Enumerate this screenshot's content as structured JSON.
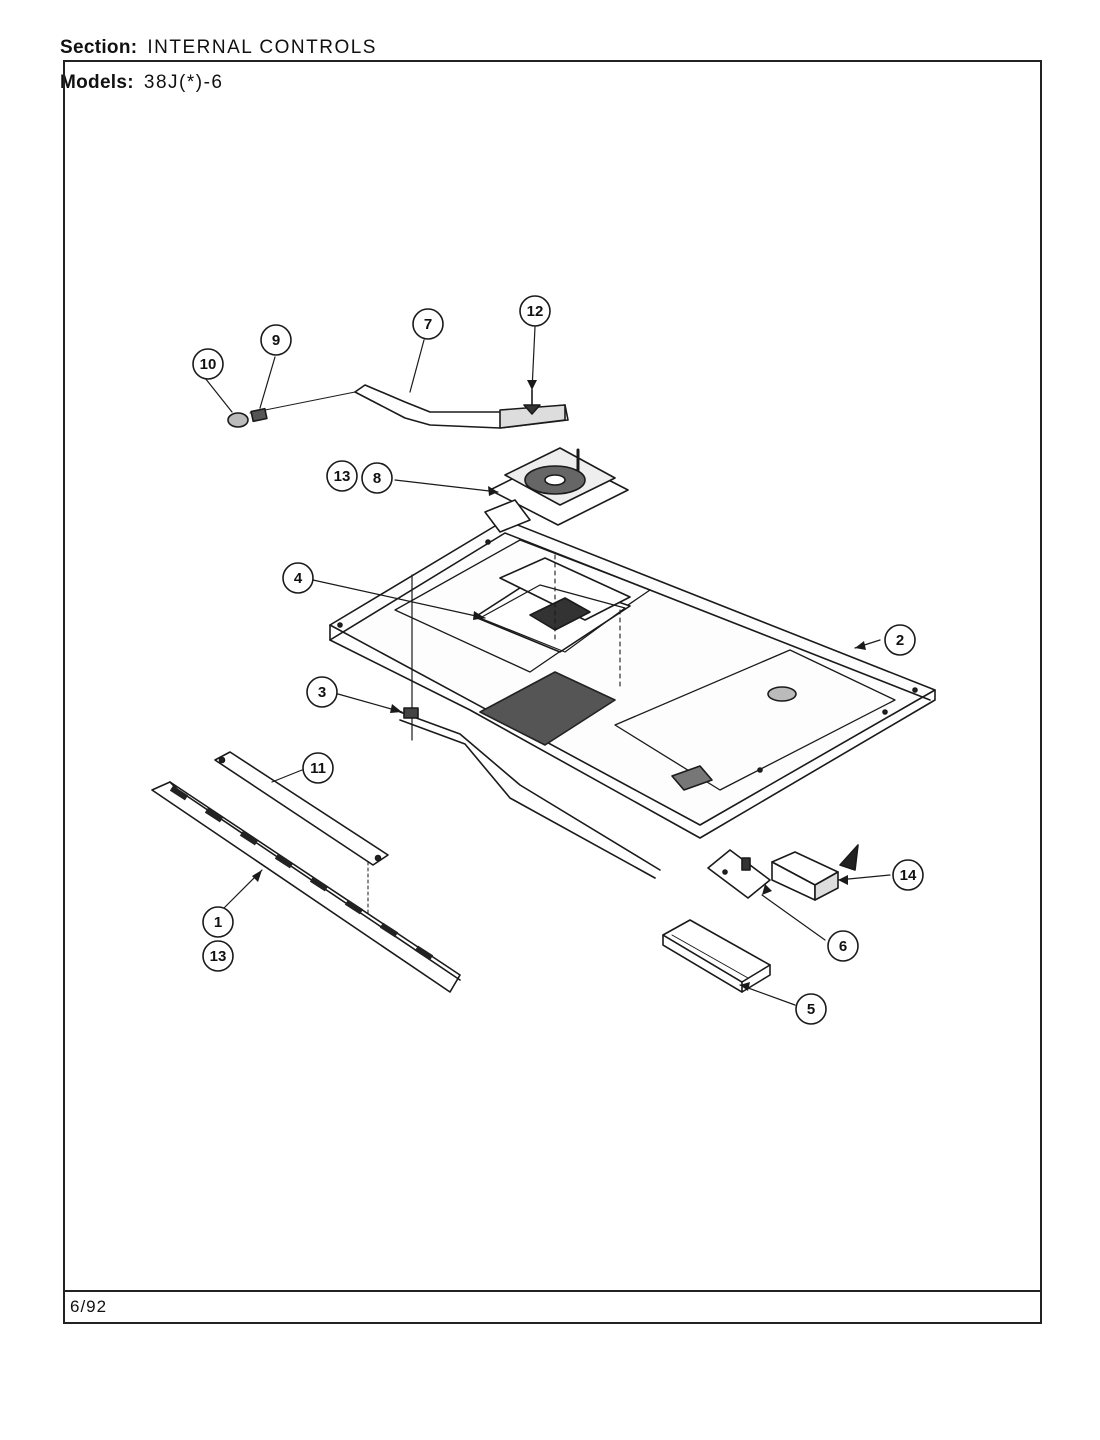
{
  "header": {
    "section_label": "Section:",
    "section_value": "INTERNAL CONTROLS",
    "models_label": "Models:",
    "models_value": "38J(*)-6"
  },
  "footer": {
    "date": "6/92"
  },
  "callouts": {
    "c1": "1",
    "c2": "2",
    "c3": "3",
    "c4": "4",
    "c5": "5",
    "c6": "6",
    "c7": "7",
    "c8": "8",
    "c9": "9",
    "c10": "10",
    "c11": "11",
    "c12": "12",
    "c13a": "13",
    "c13b": "13",
    "c14": "14"
  }
}
